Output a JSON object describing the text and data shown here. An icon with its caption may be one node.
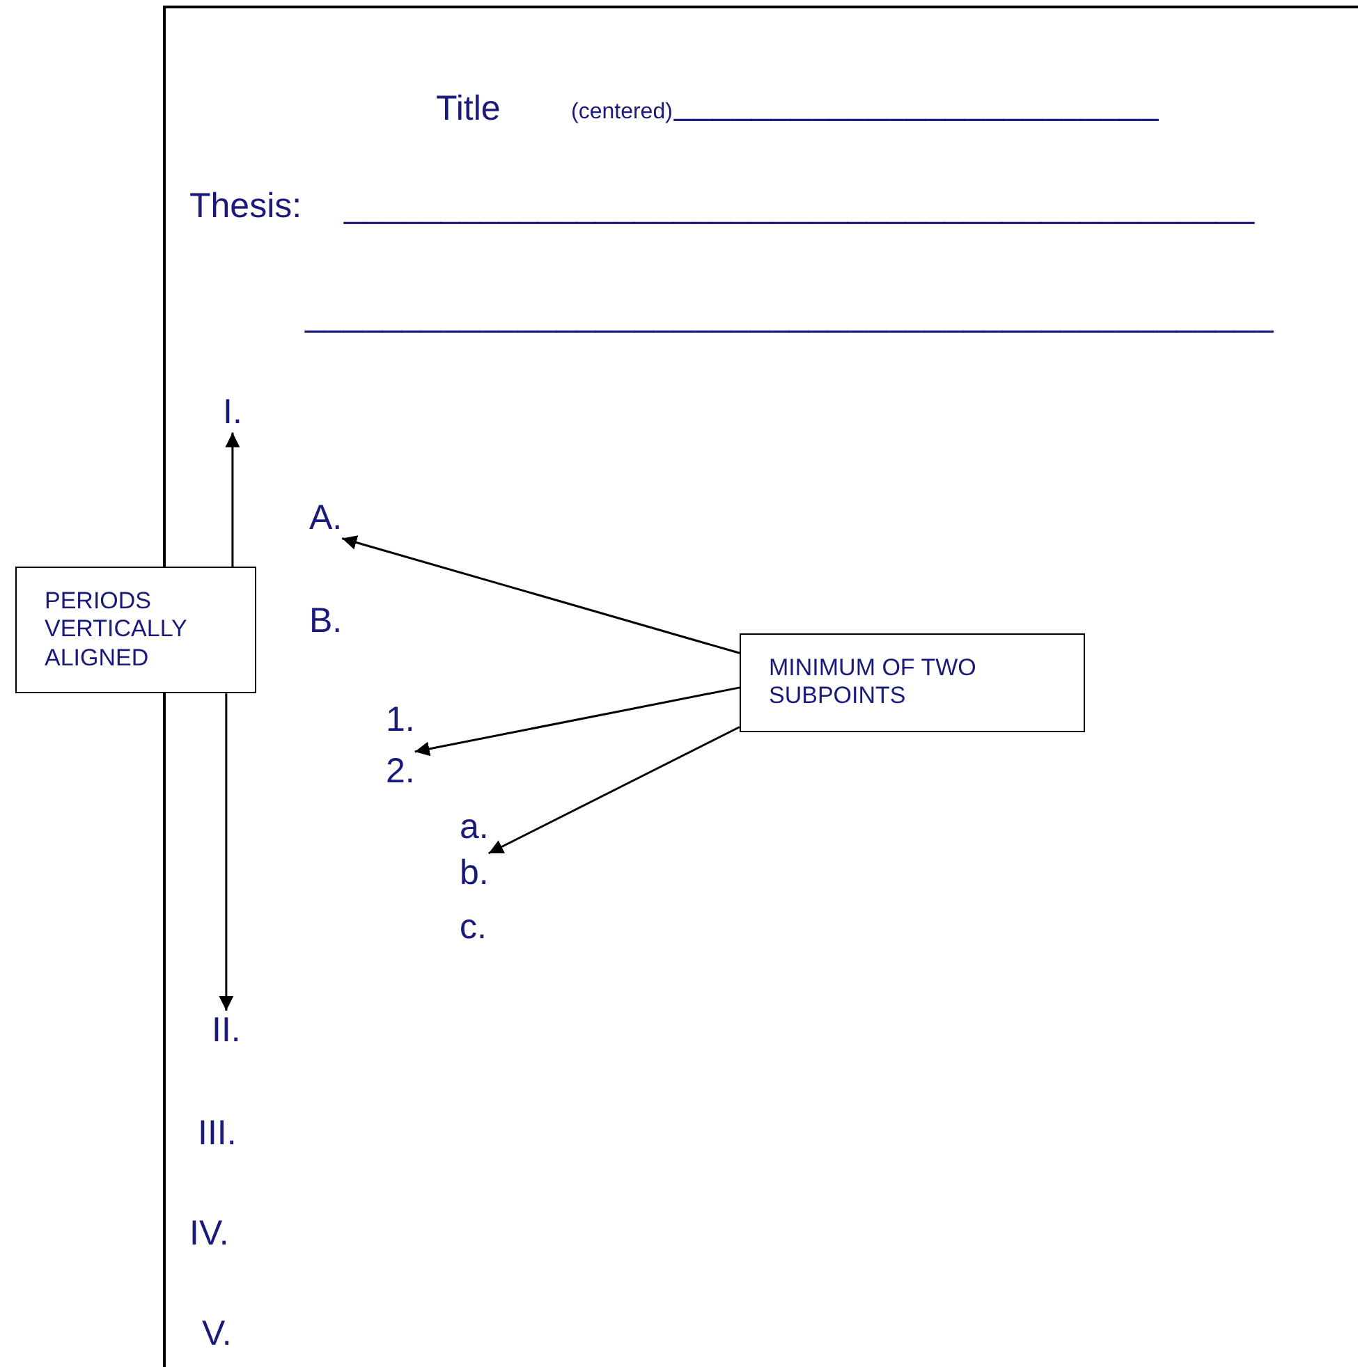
{
  "diagram": {
    "nodes": [
      {
        "text": [
          "I."
        ]
      },
      {
        "text": [
          "A."
        ]
      },
      {
        "text": [
          "PERIODS VERTICALLY ALIGNED"
        ]
      },
      {
        "text": [
          "MINIMUM OF TWO SUBPOINTS"
        ]
      },
      {
        "text": [
          "2."
        ]
      },
      {
        "text": [
          "b."
        ]
      },
      {
        "text": [
          "II."
        ]
      }
    ],
    "edges": [
      {
        "from": 2,
        "to": 0,
        "arrow": "to"
      },
      {
        "from": 2,
        "to": 6,
        "arrow": "to"
      },
      {
        "from": 3,
        "to": 1,
        "arrow": "to"
      },
      {
        "from": 3,
        "to": 4,
        "arrow": "to"
      },
      {
        "from": 3,
        "to": 5,
        "arrow": "to"
      }
    ],
    "labels": [
      "Title",
      "(centered)",
      "_________________________",
      "Thesis:",
      "_______________________________________________",
      "__________________________________________________",
      "B.",
      "1.",
      "a.",
      "c.",
      "III.",
      "IV.",
      "V."
    ]
  }
}
